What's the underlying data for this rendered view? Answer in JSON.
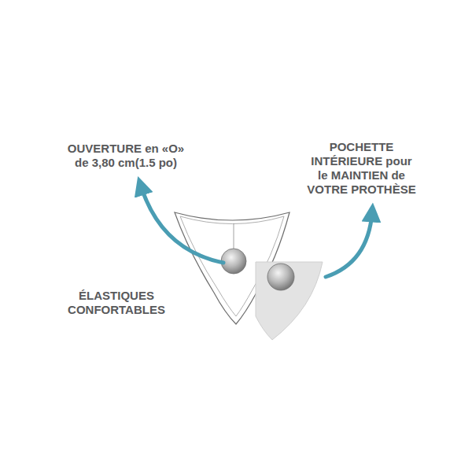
{
  "diagram": {
    "labels": [
      "OUVERTURE en «O» de 3,80 cm(1.5 po)",
      "POCHETTE INTÉRIEURE pour le MAINTIEN de VOTRE PROTHÈSE",
      "ÉLASTIQUES CONFORTABLES"
    ]
  }
}
